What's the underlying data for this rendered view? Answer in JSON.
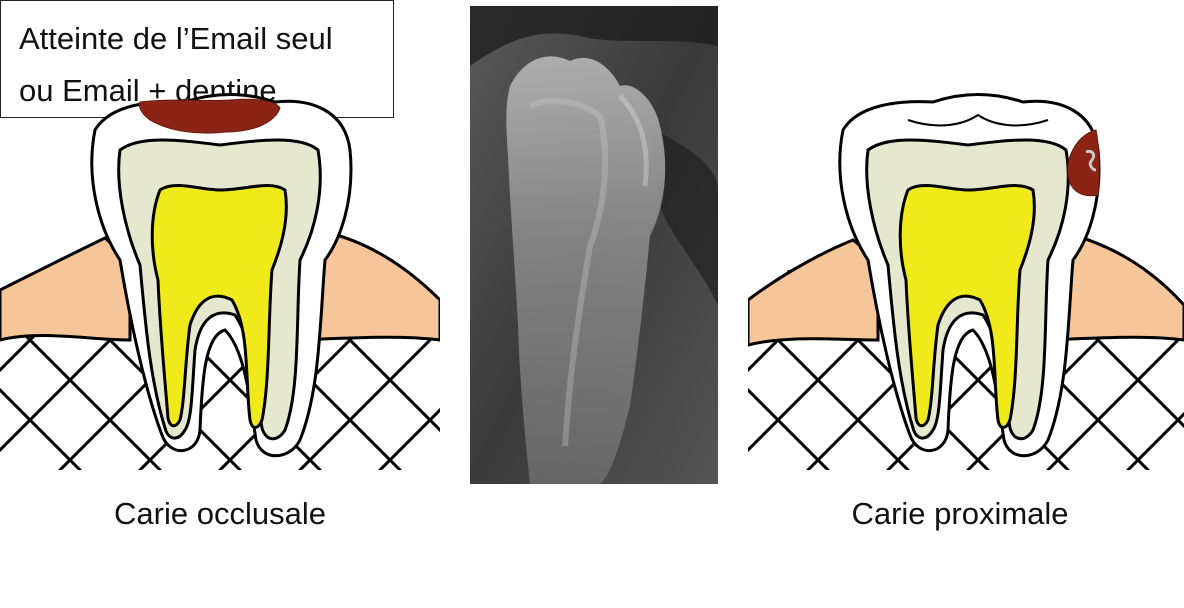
{
  "captions": {
    "left": "Carie occlusale",
    "center_line1": "Atteinte de l’Email seul",
    "center_line2": "ou Email + dentine",
    "right": "Carie proximale"
  },
  "colors": {
    "gum": "#f6c59a",
    "dentin": "#e5e8cf",
    "pulp": "#f0ea1a",
    "caries": "#8b2414",
    "outline": "#000000",
    "enamel": "#ffffff"
  },
  "icons": {
    "left": "tooth-occlusal-caries-illustration",
    "center": "dental-xray-image",
    "right": "tooth-proximal-caries-illustration"
  }
}
